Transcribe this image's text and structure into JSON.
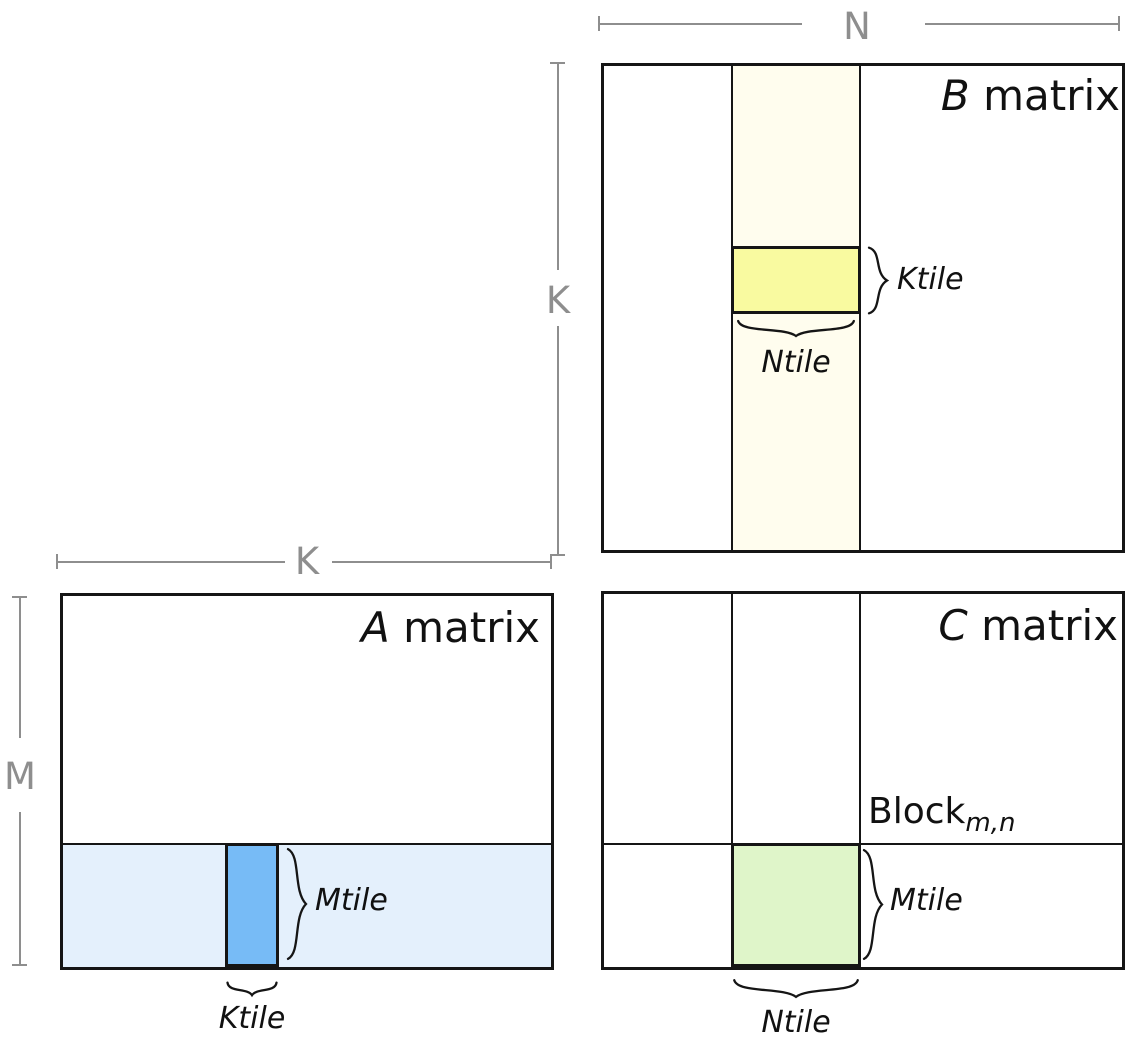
{
  "colors": {
    "border_black": "#151515",
    "dimension_gray": "#8e8e8e",
    "ivory_column": "#fffdee",
    "yellow_tile": "#f9faa0",
    "light_blue_strip": "#e4f0fc",
    "blue_tile": "#77bbf6",
    "green_tile": "#dff5c9"
  },
  "dimensions": {
    "n": "N",
    "k_b": "K",
    "k_a": "K",
    "m": "M"
  },
  "b_matrix": {
    "name_italic": "B",
    "name_rest": " matrix",
    "ktile": "Ktile",
    "ntile": "Ntile"
  },
  "a_matrix": {
    "name_italic": "A",
    "name_rest": " matrix",
    "mtile": "Mtile",
    "ktile": "Ktile"
  },
  "c_matrix": {
    "name_italic": "C",
    "name_rest": " matrix",
    "block": "Block",
    "block_sub": "m,n",
    "mtile": "Mtile",
    "ntile": "Ntile"
  }
}
